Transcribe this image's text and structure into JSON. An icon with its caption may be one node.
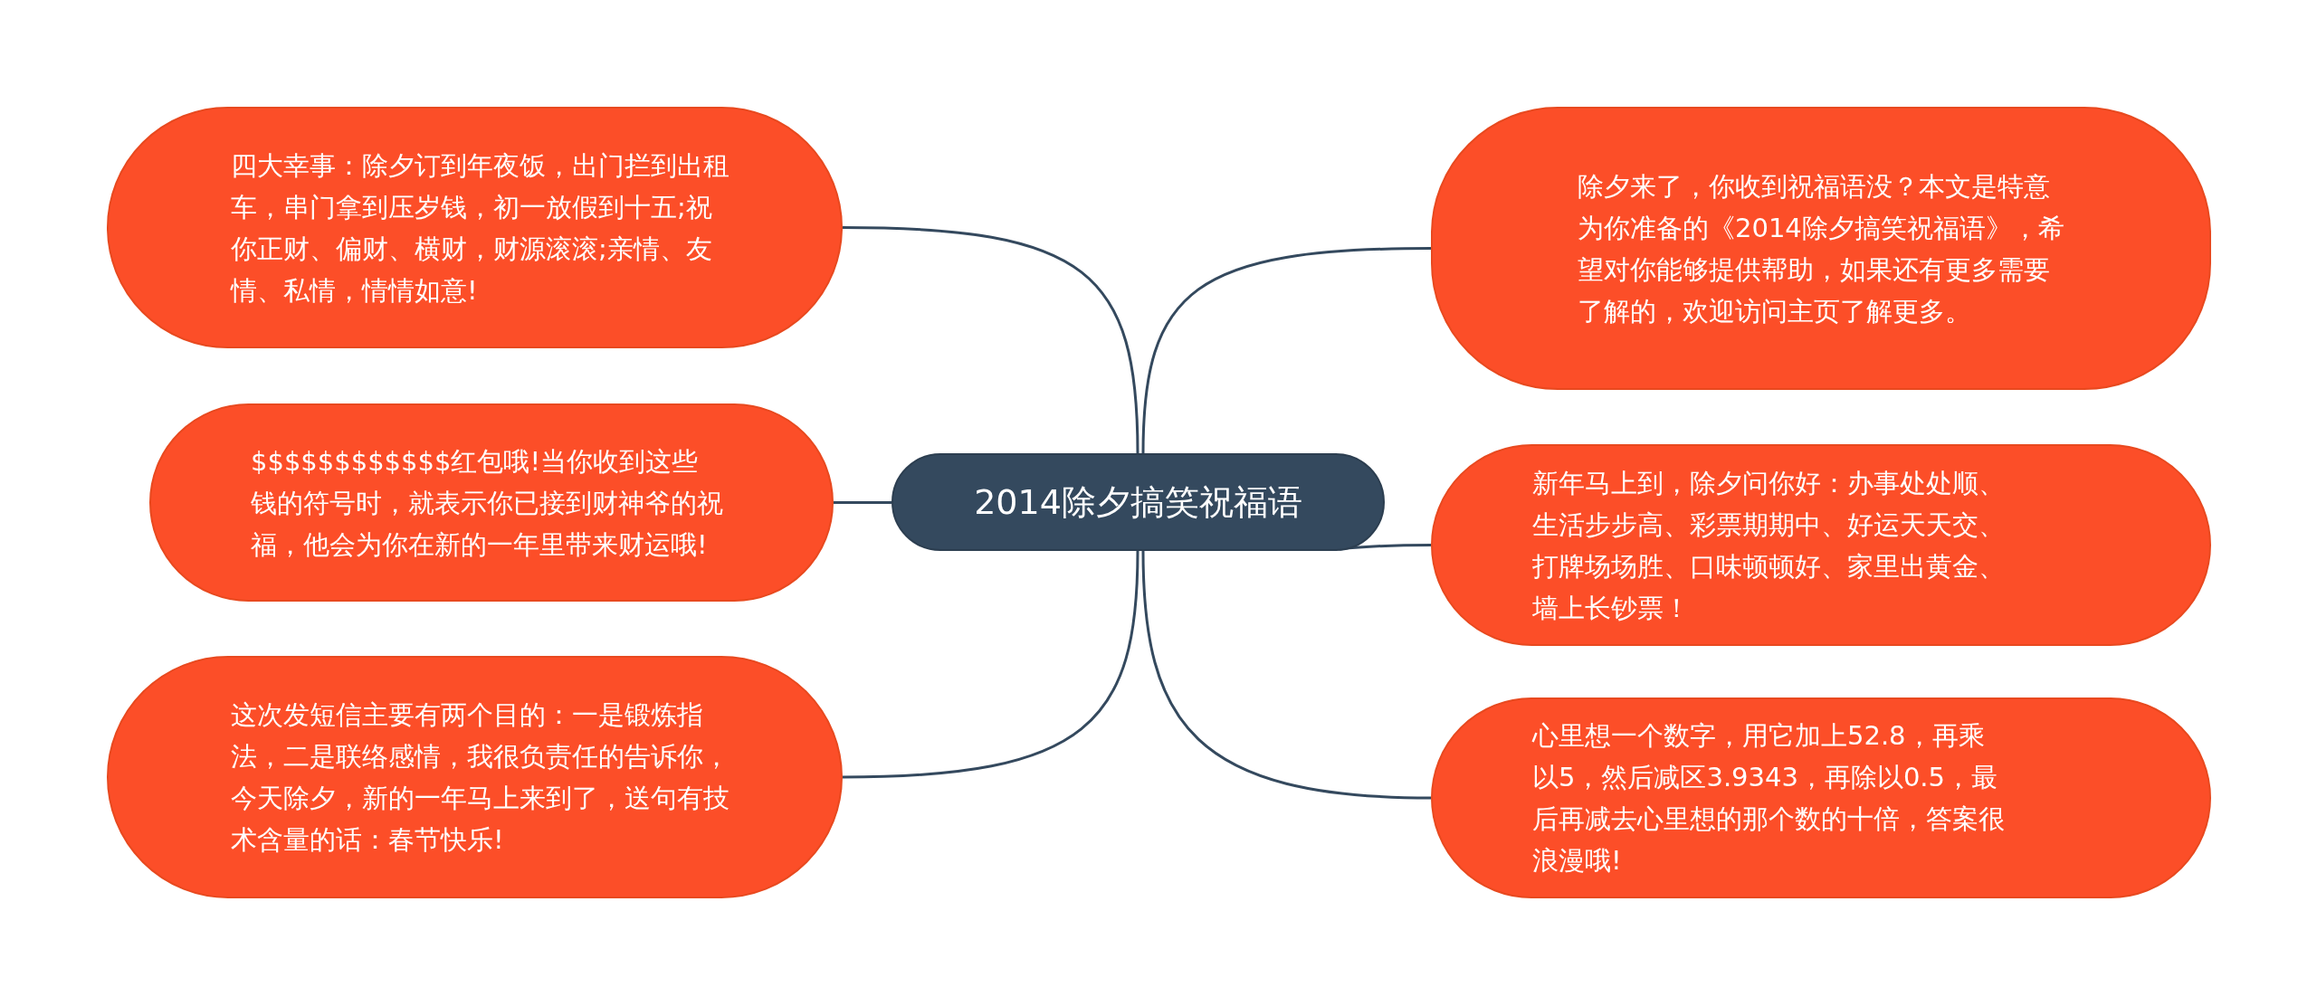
{
  "diagram": {
    "nodes": [
      {
        "text": [
          "2014除夕搞笑祝福语"
        ]
      },
      {
        "text": [
          "四大幸事：除夕订到年夜饭，出门拦到出租车，串门拿到压岁钱，初一放假到十五;祝你正财、偏财、横财，财源滚滚;亲情、友情、私情，情情如意!"
        ]
      },
      {
        "text": [
          "$$$$$$$$$$$$红包哦!当你收到这些钱的符号时，就表示你已接到财神爷的祝福，他会为你在新的一年里带来财运哦!"
        ]
      },
      {
        "text": [
          "这次发短信主要有两个目的：一是锻炼指法，二是联络感情，我很负责任的告诉你，今天除夕，新的一年马上来到了，送句有技术含量的话：春节快乐!"
        ]
      },
      {
        "text": [
          "除夕来了，你收到祝福语没？本文是特意为你准备的《2014除夕搞笑祝福语》，希望对你能够提供帮助，如果还有更多需要了解的，欢迎访问主页了解更多。"
        ]
      },
      {
        "text": [
          "新年马上到，除夕问你好：办事处处顺、生活步步高、彩票期期中、好运天天交、打牌场场胜、口味顿顿好、家里出黄金、墙上长钞票！"
        ]
      },
      {
        "text": [
          "心里想一个数字，用它加上52.8，再乘以5，然后减区3.9343，再除以0.5，最后再减去心里想的那个数的十倍，答案很浪漫哦!"
        ]
      }
    ],
    "edges": [
      {
        "from": 0,
        "to": 1,
        "arrow": "none"
      },
      {
        "from": 0,
        "to": 2,
        "arrow": "none"
      },
      {
        "from": 0,
        "to": 3,
        "arrow": "none"
      },
      {
        "from": 0,
        "to": 4,
        "arrow": "none"
      },
      {
        "from": 0,
        "to": 5,
        "arrow": "none"
      },
      {
        "from": 0,
        "to": 6,
        "arrow": "none"
      }
    ]
  }
}
